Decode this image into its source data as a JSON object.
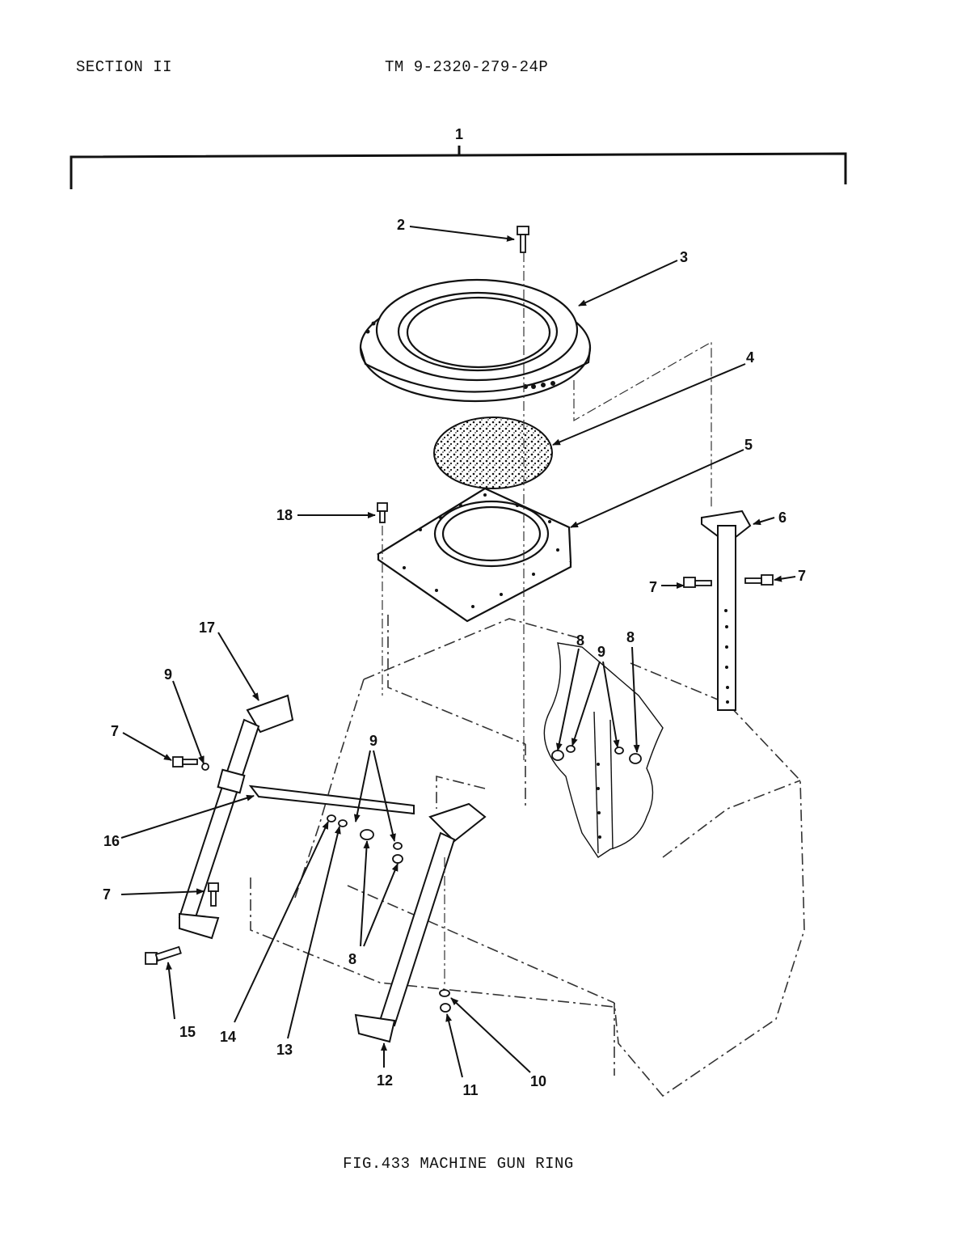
{
  "header": {
    "section": "SECTION II",
    "manual_number": "TM 9-2320-279-24P"
  },
  "figure": {
    "caption": "FIG.433 MACHINE GUN RING",
    "callouts": [
      "1",
      "2",
      "3",
      "4",
      "5",
      "6",
      "7",
      "7",
      "7",
      "7",
      "8",
      "8",
      "8",
      "9",
      "9",
      "9",
      "10",
      "11",
      "12",
      "13",
      "14",
      "15",
      "16",
      "17",
      "18"
    ]
  }
}
